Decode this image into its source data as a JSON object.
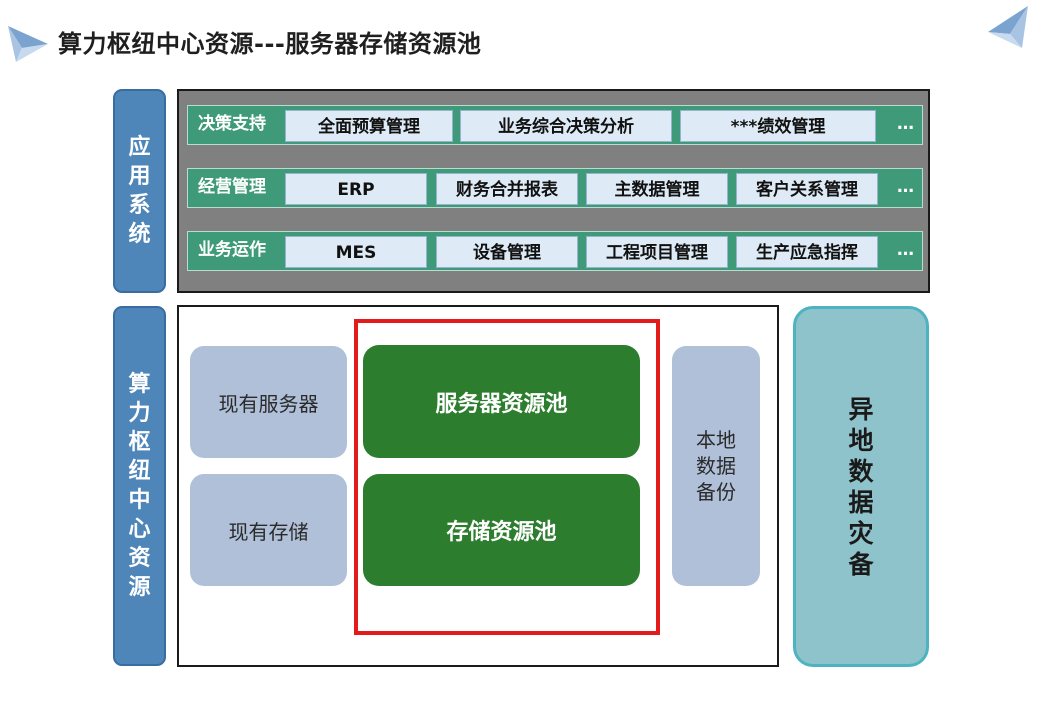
{
  "title": "算力枢纽中心资源---服务器存储资源池",
  "colors": {
    "side_label_blue": "#4f86b9",
    "row_green": "#3e9a78",
    "cell_light_blue": "#deebf6",
    "pool_green": "#2d7d2e",
    "gray_blue_box": "#afc0d8",
    "highlight_red": "#e41b1b",
    "disaster_teal": "#8fc3cb"
  },
  "app_system": {
    "label": "应用系统",
    "rows": [
      {
        "label": "决策支持",
        "cells": [
          "全面预算管理",
          "业务综合决策分析",
          "***绩效管理"
        ],
        "more": "…"
      },
      {
        "label": "经营管理",
        "cells": [
          "ERP",
          "财务合并报表",
          "主数据管理",
          "客户关系管理"
        ],
        "more": "…"
      },
      {
        "label": "业务运作",
        "cells": [
          "MES",
          "设备管理",
          "工程项目管理",
          "生产应急指挥"
        ],
        "more": "…"
      }
    ]
  },
  "compute_center": {
    "label": "算力枢纽中心资源",
    "existing_servers": "现有服务器",
    "existing_storage": "现有存储",
    "server_pool": "服务器资源池",
    "storage_pool": "存储资源池",
    "local_backup": "本地数据备份"
  },
  "remote_disaster_recovery": "异地数据灾备"
}
